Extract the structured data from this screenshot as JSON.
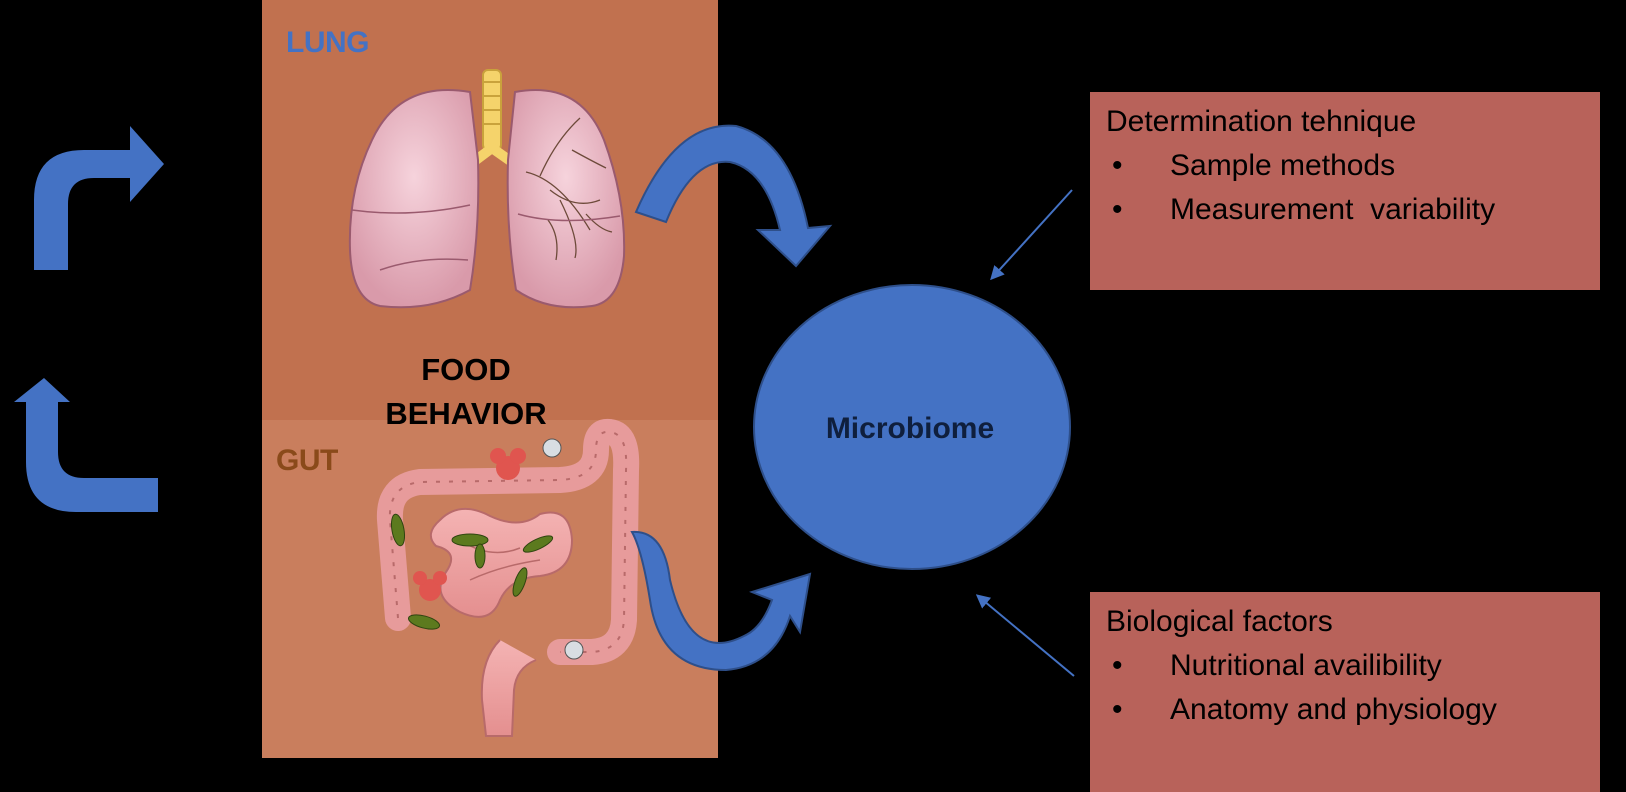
{
  "diagram": {
    "organs": {
      "lung_label": "LUNG",
      "gut_label": "GUT",
      "center_label_line1": "FOOD",
      "center_label_line2": "BEHAVIOR"
    },
    "center_node": {
      "label": "Microbiome"
    },
    "factor_boxes": [
      {
        "title": "Determination tehnique",
        "items": [
          "Sample methods",
          "Measurement  variability"
        ]
      },
      {
        "title": "Biological factors",
        "items": [
          "Nutritional availibility",
          "Anatomy and physiology"
        ]
      }
    ],
    "bullet": "•"
  },
  "colors": {
    "background": "#000000",
    "lung_panel": "#c1714f",
    "gut_panel": "#c97e5d",
    "lung_label": "#4472c4",
    "gut_label": "#8a4a1a",
    "microbiome_circle": "#4472c4",
    "factor_box": "#b8625a",
    "arrow_blue": "#4472c4"
  }
}
